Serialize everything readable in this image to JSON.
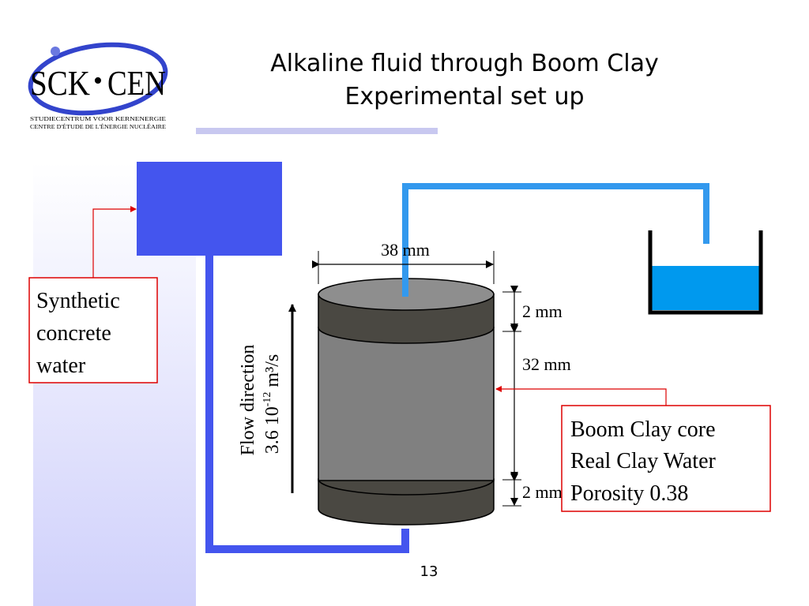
{
  "slide": {
    "title_line1": "Alkaline fluid through Boom Clay",
    "title_line2": "Experimental set up",
    "page_number": "13"
  },
  "logo": {
    "name_left": "SCK",
    "separator": "•",
    "name_right": "CEN",
    "tagline_line1": "STUDIECENTRUM VOOR KERNENERGIE",
    "tagline_line2": "CENTRE D'ÉTUDE DE L'ÉNERGIE NUCLÉAIRE"
  },
  "diagram": {
    "width_label": "38 mm",
    "top_layer_label": "2 mm",
    "core_height_label": "32 mm",
    "bottom_layer_label": "2 mm",
    "flow_direction_label": "Flow direction",
    "flow_rate_base": "3.6 10",
    "flow_rate_exponent": "-12",
    "flow_rate_unit": " m³/s",
    "source_label_line1": "Synthetic",
    "source_label_line2": "concrete",
    "source_label_line3": "water",
    "core_label_line1": "Boom Clay core",
    "core_label_line2": "Real Clay Water",
    "core_label_line3": "Porosity 0.38"
  },
  "colors": {
    "reservoir_blue": "#4455ee",
    "outflow_pipe_blue": "#3399ee",
    "collector_water": "#0099ee",
    "callout_red": "#dd0000",
    "core_grey": "#808080",
    "end_cap_dark": "#4a4842",
    "side_gradient_light": "#dcdcff",
    "title_bar_lavender": "#c8c8f0"
  }
}
